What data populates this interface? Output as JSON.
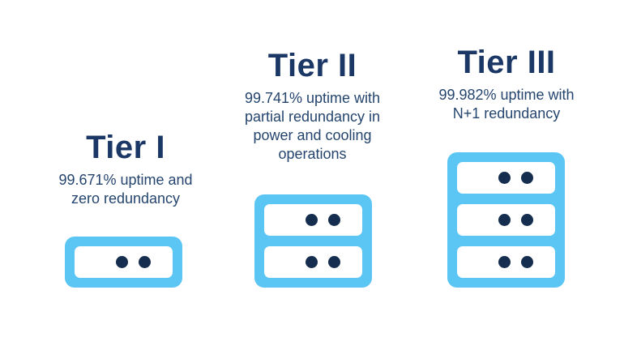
{
  "page": {
    "background": "#ffffff",
    "subject": "Data center tier classification diagram"
  },
  "colors": {
    "bg": "#ffffff",
    "server-blue": "#5BC6F3",
    "slot-white": "#ffffff",
    "title-navy": "#1B3765",
    "body-navy": "#25456E",
    "dot-navy": "#152E4F"
  },
  "tiers": [
    {
      "name": "Tier I",
      "description": "99.671% uptime and\nzero redundancy",
      "server_units": 1,
      "dots_per_unit": 2
    },
    {
      "name": "Tier II",
      "description": "99.741% uptime with\npartial redundancy in\npower and cooling\noperations",
      "server_units": 2,
      "dots_per_unit": 2
    },
    {
      "name": "Tier III",
      "description": "99.982% uptime with\nN+1 redundancy",
      "server_units": 3,
      "dots_per_unit": 2
    }
  ]
}
